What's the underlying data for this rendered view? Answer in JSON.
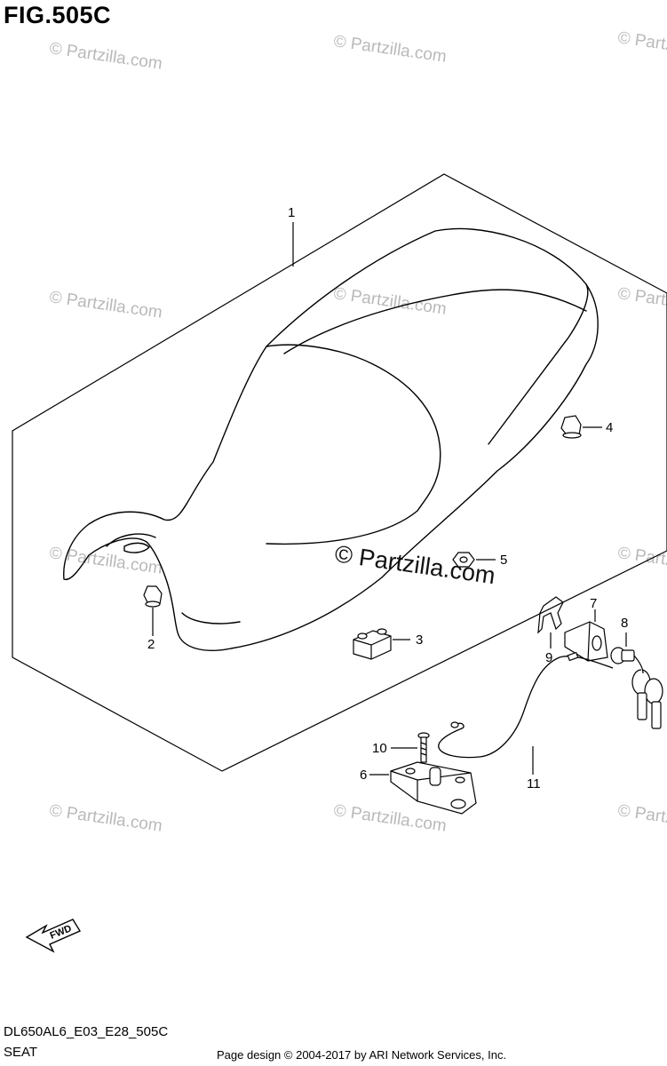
{
  "figure": {
    "title": "FIG.505C",
    "code": "DL650AL6_E03_E28_505C",
    "name": "SEAT"
  },
  "watermarks": {
    "repeat": "© Partzilla.com",
    "center": "© Partzilla.com"
  },
  "fwd_label": "FWD",
  "parts": [
    {
      "number": "1",
      "icon": "seat-icon"
    },
    {
      "number": "2",
      "icon": "rubber-bumper-icon"
    },
    {
      "number": "3",
      "icon": "cushion-block-icon"
    },
    {
      "number": "4",
      "icon": "rubber-cushion-icon"
    },
    {
      "number": "5",
      "icon": "nut-icon"
    },
    {
      "number": "6",
      "icon": "seat-lock-icon"
    },
    {
      "number": "7",
      "icon": "bracket-icon"
    },
    {
      "number": "8",
      "icon": "key-lock-icon"
    },
    {
      "number": "9",
      "icon": "clip-icon"
    },
    {
      "number": "10",
      "icon": "screw-icon"
    },
    {
      "number": "11",
      "icon": "cable-icon"
    }
  ],
  "footer": {
    "credit": "Page design © 2004-2017 by ARI Network Services, Inc."
  },
  "colors": {
    "line": "#000000",
    "watermark": "#b9b9b9",
    "background": "#ffffff"
  }
}
